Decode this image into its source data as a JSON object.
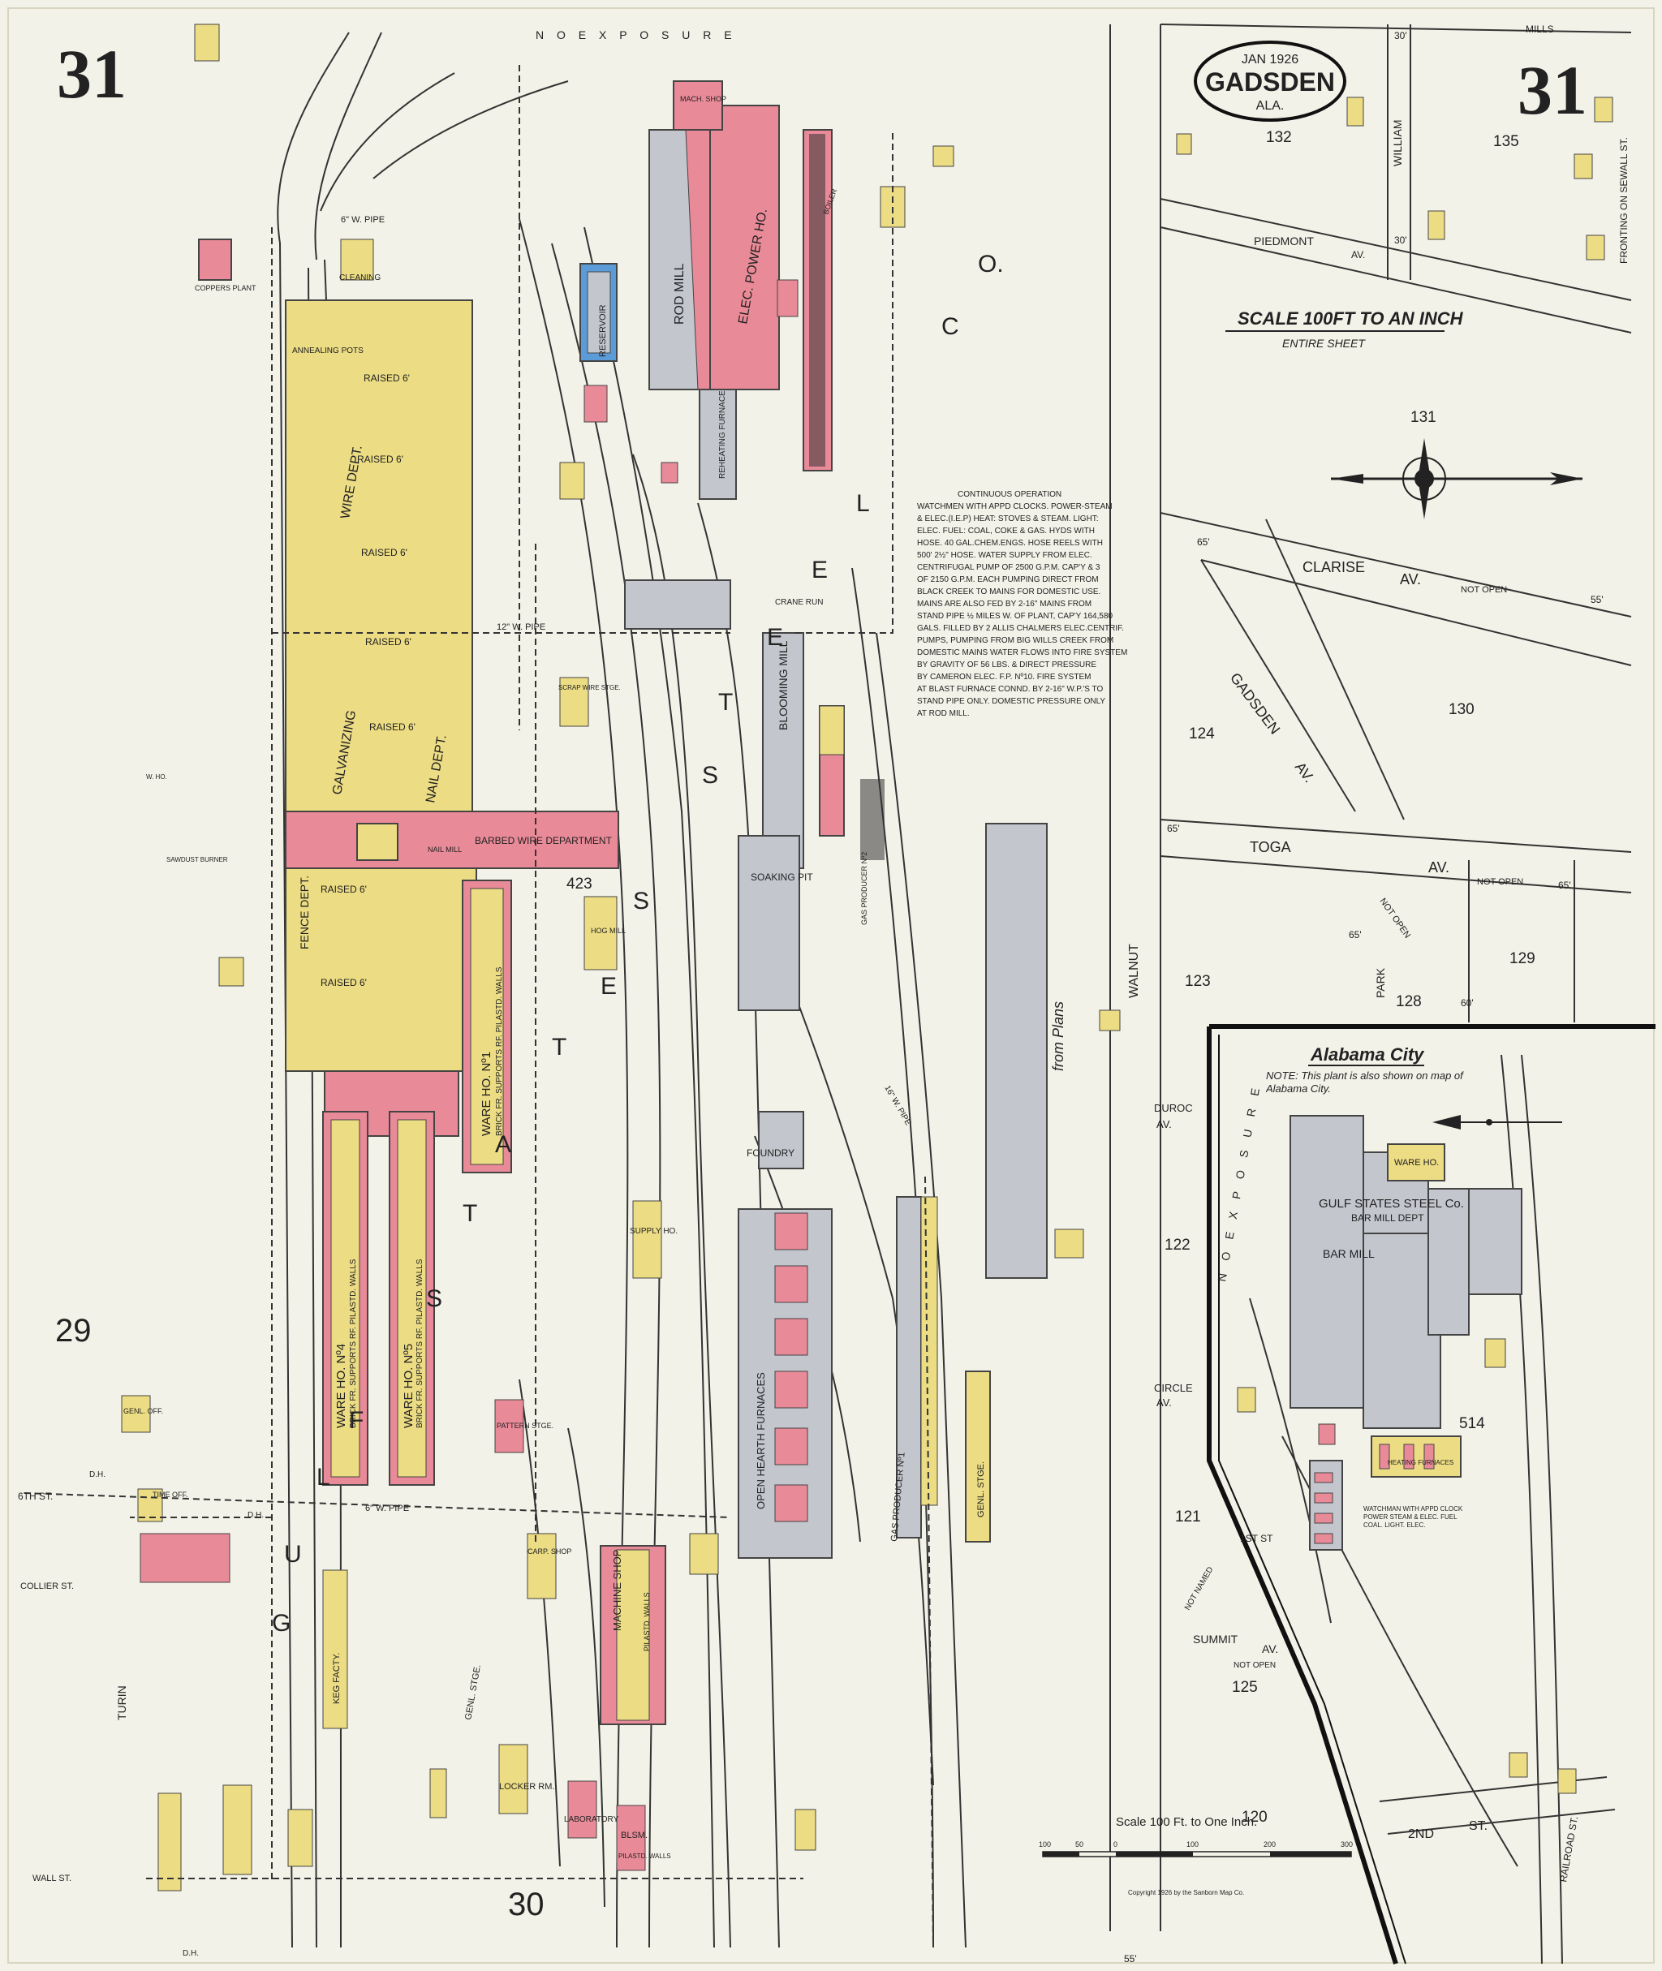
{
  "sheet": {
    "number_left": "31",
    "number_right": "31",
    "city_stamp": {
      "date": "JAN 1926",
      "city": "GADSDEN",
      "state": "ALA."
    },
    "scale_title": "SCALE 100FT TO AN INCH",
    "scale_subtitle": "ENTIRE SHEET",
    "scale_bar_label": "Scale 100 Ft. to One Inch.",
    "scale_bar_ticks": [
      "100",
      "50",
      "0",
      "100",
      "200",
      "300"
    ],
    "copyright": "Copyright 1926 by the Sanborn Map Co.",
    "no_exposure_top": "N O   E X P O S U R E",
    "no_exposure_right": "N O   E X P O S U R E",
    "adjoining_sheets": [
      "29",
      "30"
    ]
  },
  "company": {
    "name_letters": [
      "G",
      "U",
      "L",
      "F",
      "S",
      "T",
      "A",
      "T",
      "E",
      "S",
      "S",
      "T",
      "E",
      "E",
      "L",
      "C",
      "O."
    ]
  },
  "streets": {
    "walnut": "WALNUT",
    "william": "WILLIAM",
    "piedmont": "PIEDMONT",
    "piedmont_av": "AV.",
    "clarise": "CLARISE",
    "clarise_av": "AV.",
    "clarise_note": "NOT OPEN",
    "gadsden": "GADSDEN",
    "gadsden_av": "AV.",
    "toga": "TOGA",
    "toga_av": "AV.",
    "toga_note": "NOT OPEN",
    "toga_note2": "NOT OPEN",
    "park": "PARK",
    "mills": "MILLS",
    "sewall": "FRONTING ON SEWALL ST.",
    "duroc": "DUROC",
    "duroc_av": "AV.",
    "circle": "CIRCLE",
    "circle_av": "AV.",
    "first_st": "1ST ST",
    "summit": "SUMMIT",
    "summit_av": "AV.",
    "summit_note": "NOT OPEN",
    "not_named": "NOT NAMED",
    "second_st": "2ND",
    "second_st_b": "ST.",
    "railroad_st": "RAILROAD ST.",
    "sixth_st": "6TH ST.",
    "collier": "COLLIER ST.",
    "turin": "TURIN",
    "wall": "WALL ST.",
    "from_plans": "from    Plans"
  },
  "blocks": [
    "132",
    "135",
    "131",
    "130",
    "124",
    "123",
    "128",
    "129",
    "122",
    "121",
    "125",
    "120",
    "514",
    "423"
  ],
  "widths": [
    "30'",
    "30'",
    "65'",
    "65'",
    "55'",
    "65'",
    "60'",
    "65'",
    "55'"
  ],
  "buildings": {
    "ware_ho_1": "WARE HO. Nº1",
    "ware_ho_1_note": "BRICK FR. SUPPORTS RF. PILASTD. WALLS",
    "ware_ho_4": "WARE HO. Nº4",
    "ware_ho_4_note": "BRICK FR. SUPPORTS RF. PILASTD. WALLS",
    "ware_ho_5": "WARE HO. Nº5",
    "ware_ho_5_note": "BRICK FR. SUPPORTS RF. PILASTD. WALLS",
    "galvanizing": "GALVANIZING",
    "wire_dept": "WIRE DEPT.",
    "nail_dept": "NAIL DEPT.",
    "fence_dept": "FENCE DEPT.",
    "barbed_wire": "BARBED WIRE DEPARTMENT",
    "raised": "RAISED 6'",
    "cleaning": "CLEANING",
    "annealing": "ANNEALING POTS",
    "reservoir": "RESERVOIR",
    "rod_mill": "ROD MILL",
    "elec_power": "ELEC. POWER HO.",
    "mach_shop": "MACH. SHOP",
    "reheating": "REHEATING FURNACE",
    "boiler": "BOILER",
    "blooming": "BLOOMING MILL",
    "soaking": "SOAKING PIT",
    "crane_run": "CRANE RUN",
    "foundry": "FOUNDRY",
    "open_hearth": "OPEN HEARTH FURNACES",
    "gas_producer": "GAS PRODUCER Nº1",
    "gas_producer_2": "GAS PRODUCER Nº2",
    "genl_stge": "GENL. STGE.",
    "genl_stge_2": "GENL. STGE.",
    "supply_ho": "SUPPLY HO.",
    "pattern_stge": "PATTERN STGE.",
    "machine_shop": "MACHINE SHOP",
    "machine_shop_note": "PILASTD. WALLS",
    "keg_facty": "KEG FACTY.",
    "locker": "LOCKER RM.",
    "laboratory": "LABORATORY",
    "blsm": "BLSM.",
    "blsm_note": "PILASTD. WALLS",
    "carp_shop": "CARP. SHOP",
    "time_off": "TIME OFF.",
    "genl_off": "GENL. OFF.",
    "coppers_plant": "COPPERS PLANT",
    "nail_mill": "NAIL MILL",
    "hog_mill": "HOG MILL",
    "scrap_wire": "SCRAP WIRE STGE.",
    "sawdust_burner": "SAWDUST BURNER",
    "w_ho": "W. HO.",
    "bar_mill": "BAR MILL",
    "bar_mill_ware": "WARE HO.",
    "heating_furn": "HEATING FURNACES",
    "pipe": "6\" W. PIPE",
    "pipe_12": "12\" W. PIPE",
    "pipe_16": "16\" W. PIPE",
    "dh": "D.H."
  },
  "alabama_city": {
    "title": "Alabama City",
    "note": "NOTE: This plant is also shown on map of Alabama City.",
    "company": "GULF STATES STEEL Co.",
    "dept": "BAR MILL DEPT",
    "watchman": "WATCHMAN WITH APPD CLOCK POWER STEAM & ELEC. FUEL COAL. LIGHT. ELEC."
  },
  "operation_note": [
    "CONTINUOUS OPERATION",
    "WATCHMEN WITH APPD CLOCKS. POWER-STEAM",
    "& ELEC.(I.E.P) HEAT: STOVES & STEAM. LIGHT:",
    "ELEC. FUEL: COAL, COKE & GAS. HYDS WITH",
    "HOSE. 40 GAL.CHEM.ENGS. HOSE REELS WITH",
    "500' 2½\" HOSE. WATER SUPPLY FROM ELEC.",
    "CENTRIFUGAL PUMP OF 2500 G.P.M. CAP'Y & 3",
    "OF 2150 G.P.M. EACH PUMPING DIRECT FROM",
    "BLACK CREEK TO MAINS FOR DOMESTIC USE.",
    "MAINS ARE ALSO FED BY 2-16\" MAINS FROM",
    "STAND PIPE ½ MILES W. OF PLANT, CAP'Y 164,580",
    "GALS. FILLED BY 2 ALLIS CHALMERS ELEC.CENTRIF.",
    "PUMPS, PUMPING FROM BIG WILLS CREEK FROM",
    "DOMESTIC MAINS WATER FLOWS INTO FIRE SYSTEM",
    "BY GRAVITY OF 56 LBS. & DIRECT PRESSURE",
    "BY CAMERON ELEC. F.P. Nº10. FIRE SYSTEM",
    "AT BLAST FURNACE CONND. BY 2-16\" W.P.'S TO",
    "STAND PIPE ONLY. DOMESTIC PRESSURE ONLY",
    "AT ROD MILL."
  ],
  "colors": {
    "paper": "#f3f2e8",
    "brick_pink": "#e98a98",
    "frame_yellow": "#ecdc83",
    "iron_gray": "#c4c6ce",
    "water_blue": "#5b9bd8",
    "ink": "#222222"
  }
}
